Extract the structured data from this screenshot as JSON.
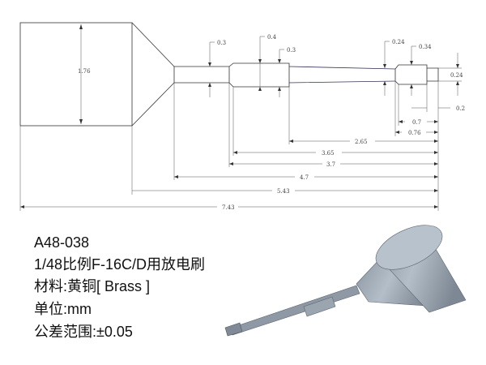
{
  "drawing": {
    "dimensions": {
      "overall_diameter": "1.76",
      "shaft_d1": "0.3",
      "collar_d": "0.4",
      "collar_d2": "0.3",
      "taper_end_d": "0.24",
      "tip_collar_d": "0.34",
      "tip_d": "0.24",
      "tip_len": "0.2",
      "l_0_7": "0.7",
      "l_0_76": "0.76",
      "l_2_65": "2.65",
      "l_3_65": "3.65",
      "l_3_7": "3.7",
      "l_4_7": "4.7",
      "l_5_43": "5.43",
      "l_7_43": "7.43"
    }
  },
  "info": {
    "part_no": "A48-038",
    "title": "1/48比例F-16C/D用放电刷",
    "material": "材料:黄铜[ Brass ]",
    "unit": "单位:mm",
    "tolerance": "公差范围:±0.05"
  }
}
